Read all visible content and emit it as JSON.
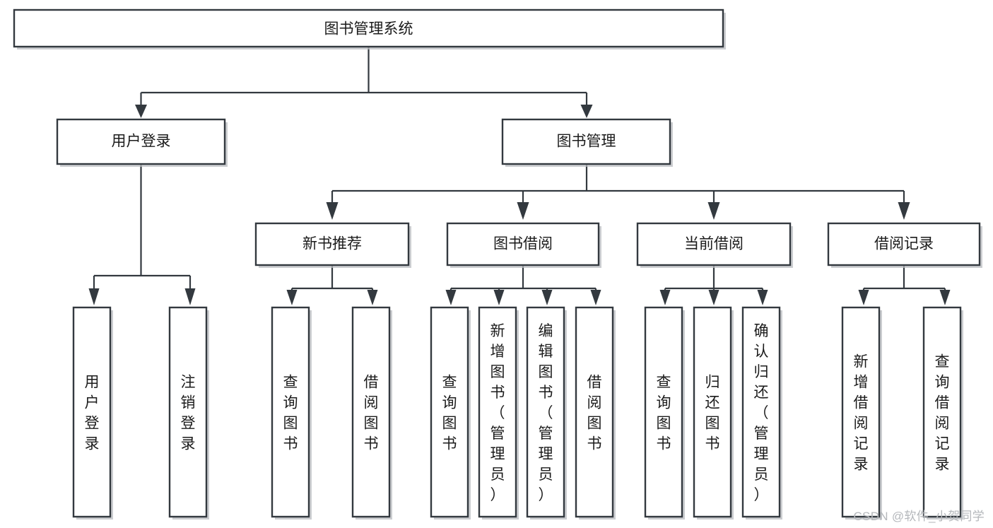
{
  "diagram": {
    "title": "图书管理系统",
    "type": "tree-hierarchy",
    "orientation": "top-down",
    "colors": {
      "box_stroke": "#33393f",
      "box_fill": "#ffffff",
      "connector": "#33393f",
      "text": "#1b1b1b",
      "watermark": "#b4b7bb",
      "background": "#ffffff"
    },
    "root": {
      "id": "root",
      "label": "图书管理系统",
      "text_orientation": "horizontal"
    },
    "level1": [
      {
        "id": "user-login",
        "label": "用户登录",
        "text_orientation": "horizontal"
      },
      {
        "id": "book-management",
        "label": "图书管理",
        "text_orientation": "horizontal"
      }
    ],
    "level2": [
      {
        "id": "new-book-recommend",
        "label": "新书推荐",
        "parent": "book-management",
        "text_orientation": "horizontal"
      },
      {
        "id": "book-borrow",
        "label": "图书借阅",
        "parent": "book-management",
        "text_orientation": "horizontal"
      },
      {
        "id": "current-borrow",
        "label": "当前借阅",
        "parent": "book-management",
        "text_orientation": "horizontal"
      },
      {
        "id": "borrow-record",
        "label": "借阅记录",
        "parent": "book-management",
        "text_orientation": "horizontal"
      }
    ],
    "leaves": [
      {
        "id": "leaf-user-login",
        "parent": "user-login",
        "lines": [
          "用",
          "户",
          "登",
          "录"
        ],
        "text_orientation": "vertical"
      },
      {
        "id": "leaf-logout-login",
        "parent": "user-login",
        "lines": [
          "注",
          "销",
          "登",
          "录"
        ],
        "text_orientation": "vertical"
      },
      {
        "id": "leaf-query-book-1",
        "parent": "new-book-recommend",
        "lines": [
          "查",
          "询",
          "图",
          "书"
        ],
        "text_orientation": "vertical"
      },
      {
        "id": "leaf-borrow-book-1",
        "parent": "new-book-recommend",
        "lines": [
          "借",
          "阅",
          "图",
          "书"
        ],
        "text_orientation": "vertical"
      },
      {
        "id": "leaf-query-book-2",
        "parent": "book-borrow",
        "lines": [
          "查",
          "询",
          "图",
          "书"
        ],
        "text_orientation": "vertical"
      },
      {
        "id": "leaf-add-book-admin",
        "parent": "book-borrow",
        "lines": [
          "新",
          "增",
          "图",
          "书",
          "（",
          "管",
          "理",
          "员",
          "）"
        ],
        "text_orientation": "vertical"
      },
      {
        "id": "leaf-edit-book-admin",
        "parent": "book-borrow",
        "lines": [
          "编",
          "辑",
          "图",
          "书",
          "（",
          "管",
          "理",
          "员",
          "）"
        ],
        "text_orientation": "vertical"
      },
      {
        "id": "leaf-borrow-book-2",
        "parent": "book-borrow",
        "lines": [
          "借",
          "阅",
          "图",
          "书"
        ],
        "text_orientation": "vertical"
      },
      {
        "id": "leaf-query-book-3",
        "parent": "current-borrow",
        "lines": [
          "查",
          "询",
          "图",
          "书"
        ],
        "text_orientation": "vertical"
      },
      {
        "id": "leaf-return-book",
        "parent": "current-borrow",
        "lines": [
          "归",
          "还",
          "图",
          "书"
        ],
        "text_orientation": "vertical"
      },
      {
        "id": "leaf-confirm-return-admin",
        "parent": "current-borrow",
        "lines": [
          "确",
          "认",
          "归",
          "还",
          "（",
          "管",
          "理",
          "员",
          "）"
        ],
        "text_orientation": "vertical"
      },
      {
        "id": "leaf-add-borrow-record",
        "parent": "borrow-record",
        "lines": [
          "新",
          "增",
          "借",
          "阅",
          "记",
          "录"
        ],
        "text_orientation": "vertical"
      },
      {
        "id": "leaf-query-borrow-record",
        "parent": "borrow-record",
        "lines": [
          "查",
          "询",
          "借",
          "阅",
          "记",
          "录"
        ],
        "text_orientation": "vertical"
      }
    ]
  },
  "watermark": {
    "text": "CSDN @软件_小贺同学"
  }
}
